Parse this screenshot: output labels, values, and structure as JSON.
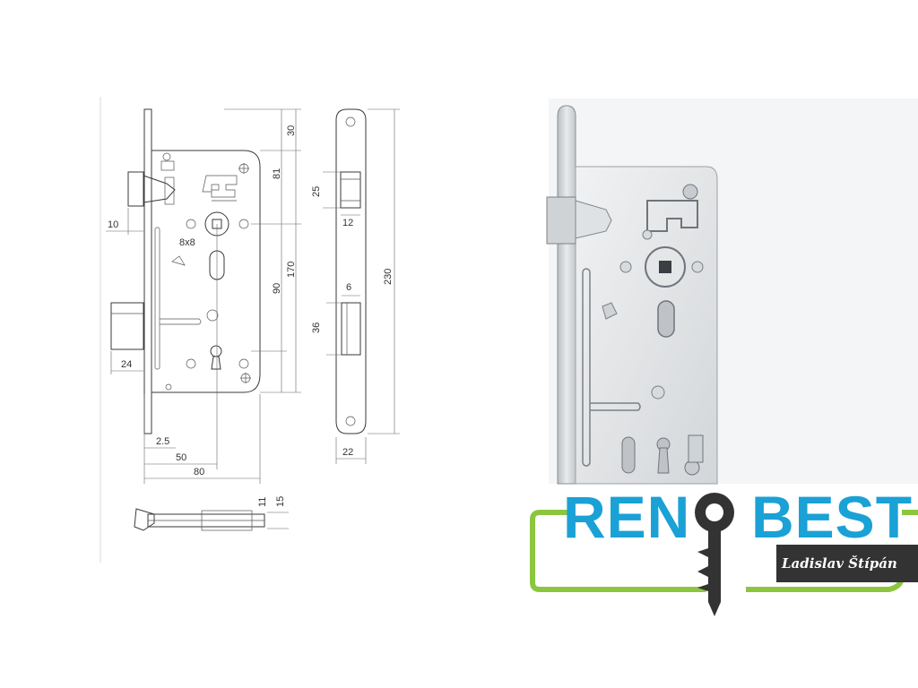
{
  "drawing": {
    "dims": {
      "d10": "10",
      "d24": "24",
      "d8x8": "8x8",
      "d2_5": "2.5",
      "d50": "50",
      "d80": "80",
      "d30": "30",
      "d81": "81",
      "d170": "170",
      "d90": "90",
      "d25": "25",
      "d12": "12",
      "d6": "6",
      "d36": "36",
      "d230": "230",
      "d22": "22",
      "d11": "11",
      "d15": "15"
    }
  },
  "logo": {
    "brand_left": "REN",
    "brand_right": "BEST",
    "owner": "Ladislav Štípán",
    "colors": {
      "blue": "#1aa1d6",
      "green": "#8cc63f",
      "dark": "#333333"
    }
  }
}
